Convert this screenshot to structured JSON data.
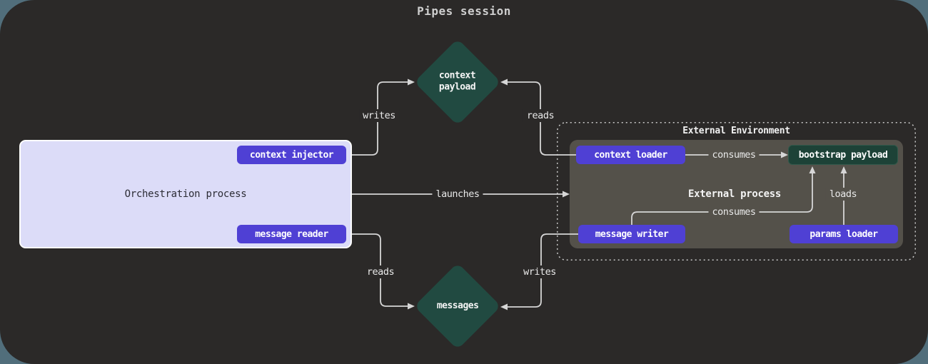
{
  "title": "Pipes session",
  "orchestration": {
    "label": "Orchestration process",
    "context_injector": "context injector",
    "message_reader": "message reader"
  },
  "external": {
    "environment_label": "External Environment",
    "process_label": "External process",
    "context_loader": "context loader",
    "message_writer": "message writer",
    "params_loader": "params loader",
    "bootstrap_payload": "bootstrap payload"
  },
  "stores": {
    "context_payload": "context\npayload",
    "messages": "messages"
  },
  "edges": {
    "writes_top": "writes",
    "reads_top": "reads",
    "launches": "launches",
    "reads_bottom": "reads",
    "writes_bottom": "writes",
    "consumes_top": "consumes",
    "consumes_mid": "consumes",
    "loads": "loads"
  },
  "colors": {
    "page_bg": "#516e7b",
    "panel_bg": "#2b2928",
    "node_purple": "#4f40d4",
    "store_green": "#214a41",
    "bootstrap_green": "#1d4237",
    "process_gray": "#54514a",
    "orchestration_fill": "#dcdcf8",
    "line": "#d6d6d6"
  }
}
